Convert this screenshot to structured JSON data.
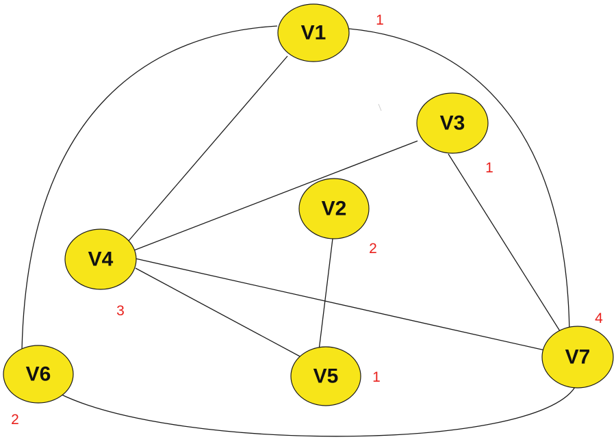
{
  "colors": {
    "node_fill": "#f7e519",
    "weight_text": "#e8201c",
    "edge": "#1a1a1a"
  },
  "nodes": [
    {
      "id": "v1",
      "label": "V1",
      "weight": "1"
    },
    {
      "id": "v2",
      "label": "V2",
      "weight": "2"
    },
    {
      "id": "v3",
      "label": "V3",
      "weight": "1"
    },
    {
      "id": "v4",
      "label": "V4",
      "weight": "3"
    },
    {
      "id": "v5",
      "label": "V5",
      "weight": "1"
    },
    {
      "id": "v6",
      "label": "V6",
      "weight": "2"
    },
    {
      "id": "v7",
      "label": "V7",
      "weight": "4"
    }
  ],
  "edges": [
    {
      "from": "V1",
      "to": "V4"
    },
    {
      "from": "V1",
      "to": "V6"
    },
    {
      "from": "V1",
      "to": "V7"
    },
    {
      "from": "V3",
      "to": "V4"
    },
    {
      "from": "V3",
      "to": "V7"
    },
    {
      "from": "V2",
      "to": "V5"
    },
    {
      "from": "V4",
      "to": "V5"
    },
    {
      "from": "V4",
      "to": "V7"
    },
    {
      "from": "V6",
      "to": "V7"
    }
  ]
}
